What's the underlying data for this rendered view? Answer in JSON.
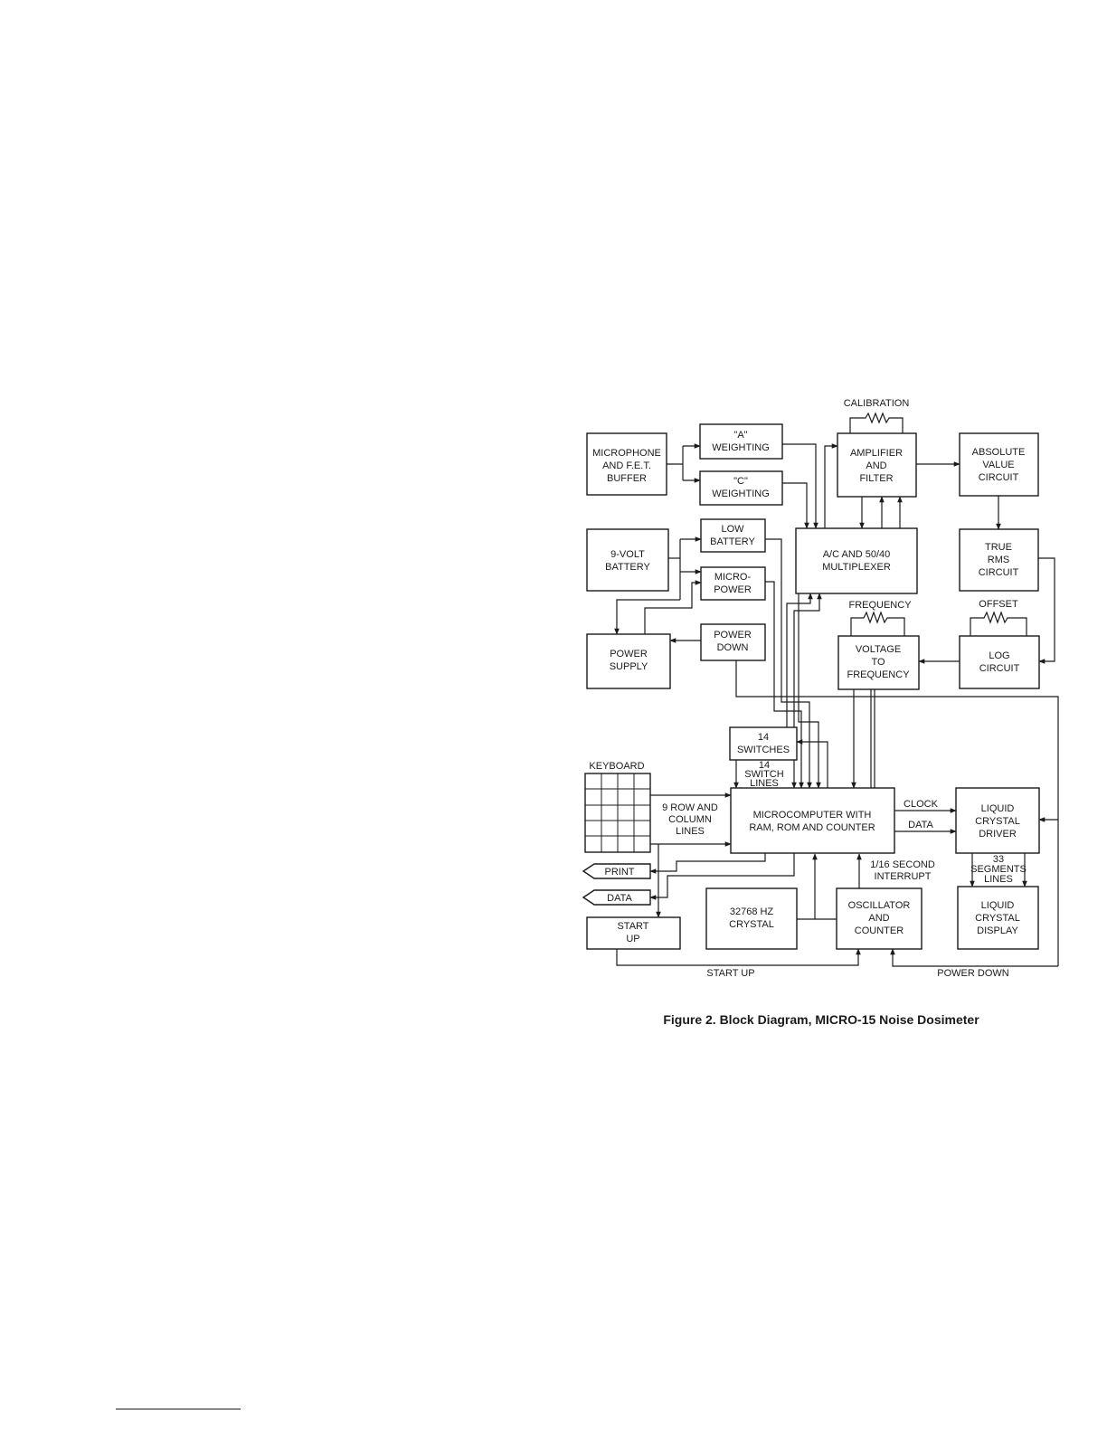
{
  "blocks": {
    "microphone": [
      "MICROPHONE",
      "AND F.E.T.",
      "BUFFER"
    ],
    "a_weighting": [
      "\"A\"",
      "WEIGHTING"
    ],
    "c_weighting": [
      "\"C\"",
      "WEIGHTING"
    ],
    "amplifier": [
      "AMPLIFIER",
      "AND",
      "FILTER"
    ],
    "absolute_value": [
      "ABSOLUTE",
      "VALUE",
      "CIRCUIT"
    ],
    "battery": [
      "9-VOLT",
      "BATTERY"
    ],
    "low_battery": [
      "LOW",
      "BATTERY"
    ],
    "micro_power": [
      "MICRO-",
      "POWER"
    ],
    "multiplexer": [
      "A/C AND 50/40",
      "MULTIPLEXER"
    ],
    "true_rms": [
      "TRUE",
      "RMS",
      "CIRCUIT"
    ],
    "power_supply": [
      "POWER",
      "SUPPLY"
    ],
    "power_down": [
      "POWER",
      "DOWN"
    ],
    "vtof": [
      "VOLTAGE",
      "TO",
      "FREQUENCY"
    ],
    "log_circuit": [
      "LOG",
      "CIRCUIT"
    ],
    "switches": [
      "14",
      "SWITCHES"
    ],
    "microcomputer": [
      "MICROCOMPUTER WITH",
      "RAM, ROM AND COUNTER"
    ],
    "lcd_driver": [
      "LIQUID",
      "CRYSTAL",
      "DRIVER"
    ],
    "crystal": [
      "32768 HZ",
      "CRYSTAL"
    ],
    "oscillator": [
      "OSCILLATOR",
      "AND",
      "COUNTER"
    ],
    "lcd_display": [
      "LIQUID",
      "CRYSTAL",
      "DISPLAY"
    ],
    "start_up": [
      "START",
      "UP"
    ]
  },
  "outputs": {
    "print": "PRINT",
    "data": "DATA"
  },
  "labels": {
    "calibration": "CALIBRATION",
    "frequency": "FREQUENCY",
    "offset": "OFFSET",
    "keyboard": "KEYBOARD",
    "switch_lines": [
      "14",
      "SWITCH",
      "LINES"
    ],
    "row_column_lines": [
      "9 ROW AND",
      "COLUMN",
      "LINES"
    ],
    "clock": "CLOCK",
    "data": "DATA",
    "interrupt": [
      "1/16 SECOND",
      "INTERRUPT"
    ],
    "segment_lines": [
      "33",
      "SEGMENTS",
      "LINES"
    ],
    "start_up_line": "START UP",
    "power_down_line": "POWER DOWN"
  },
  "caption": "Figure 2. Block Diagram, MICRO-15 Noise Dosimeter"
}
